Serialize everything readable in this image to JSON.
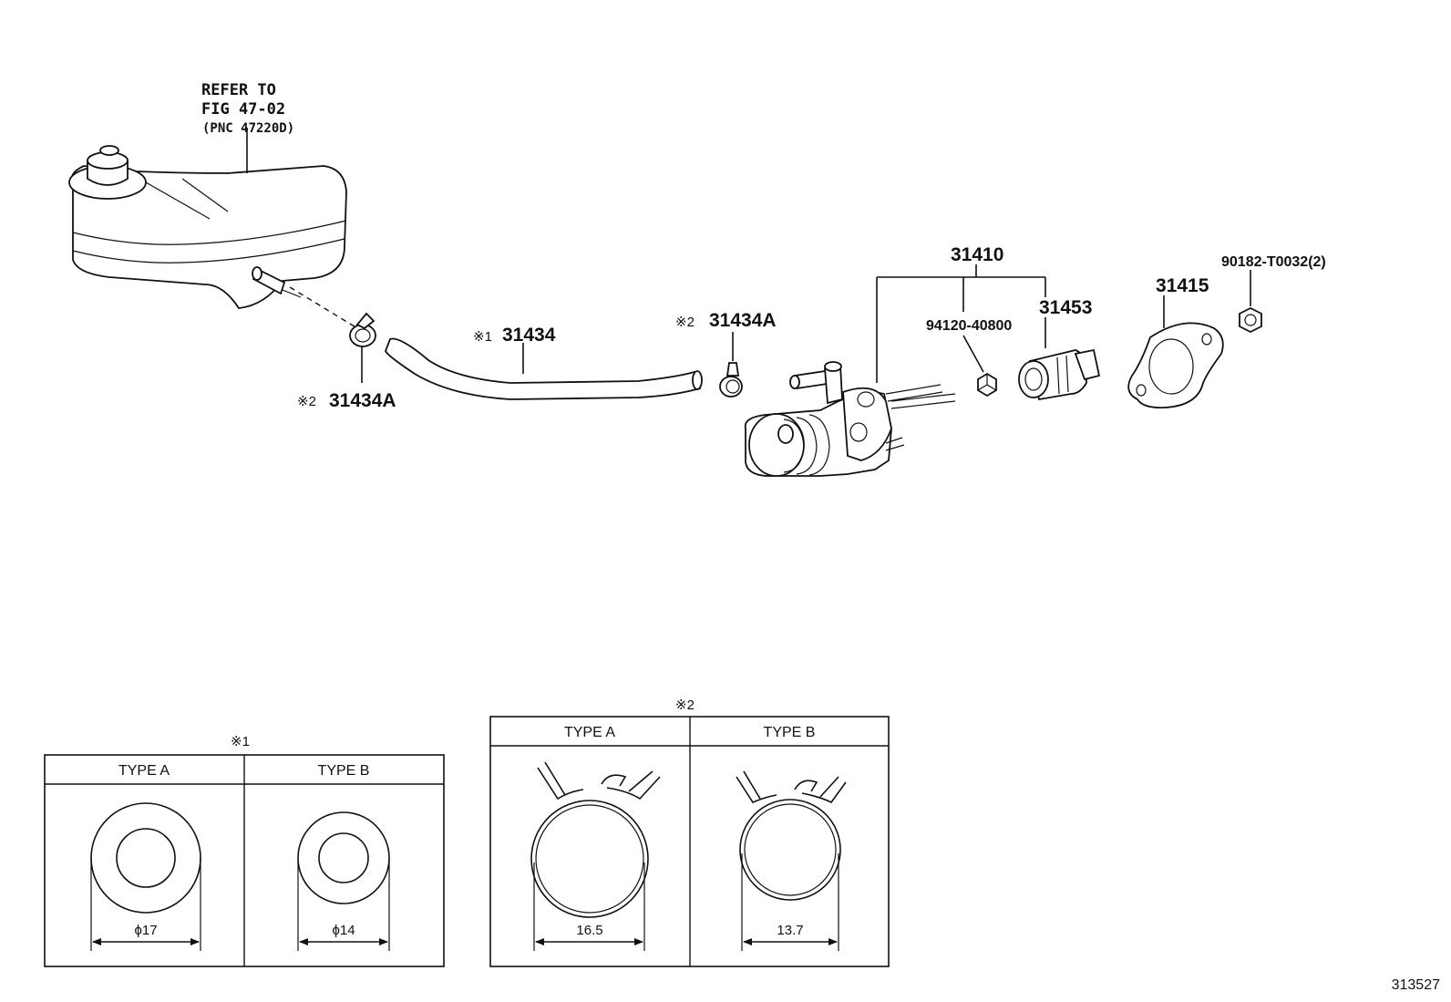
{
  "reference_note": {
    "line1": "REFER TO",
    "line2": "FIG 47-02",
    "line3": "(PNC 47220D)"
  },
  "callouts": {
    "clamp_left": {
      "marker": "※2",
      "part": "31434A"
    },
    "hose": {
      "marker": "※1",
      "part": "31434"
    },
    "clamp_right": {
      "marker": "※2",
      "part": "31434A"
    },
    "cylinder_assy": "31410",
    "nut": "94120-40800",
    "push_rod": "31453",
    "gasket": "31415",
    "flange_nut": "90182-T0032(2)"
  },
  "table1": {
    "marker": "※1",
    "type_a": {
      "label": "TYPE A",
      "dimension": "ϕ17"
    },
    "type_b": {
      "label": "TYPE B",
      "dimension": "ϕ14"
    }
  },
  "table2": {
    "marker": "※2",
    "type_a": {
      "label": "TYPE A",
      "dimension": "16.5"
    },
    "type_b": {
      "label": "TYPE B",
      "dimension": "13.7"
    }
  },
  "figure_number": "313527"
}
